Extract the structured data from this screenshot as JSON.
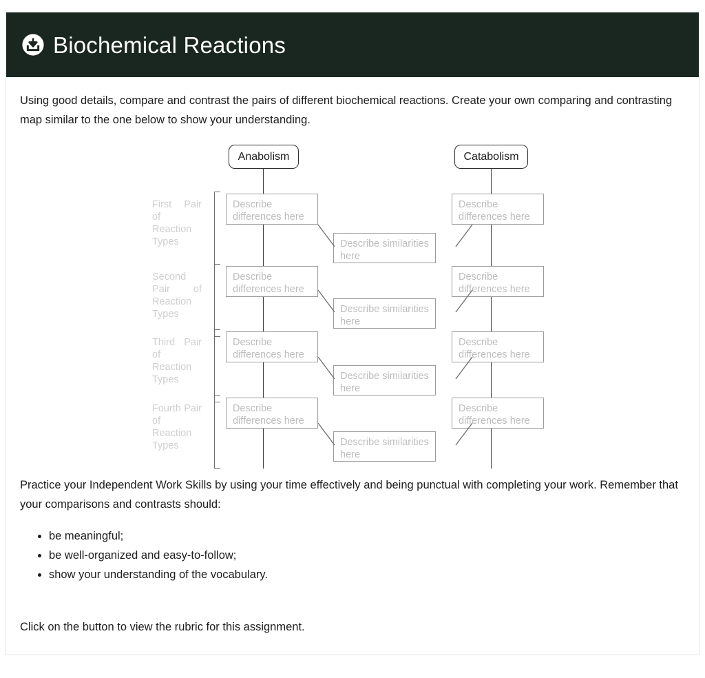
{
  "header": {
    "icon": "download-circle-icon",
    "title": "Biochemical Reactions",
    "background_color": "#1a2721",
    "text_color": "#ffffff"
  },
  "body": {
    "intro": "Using good details, compare and contrast the pairs of different biochemical reactions. Create your own comparing and contrasting map similar to the one below to show your understanding.",
    "practice": "Practice your Independent Work Skills by using your time effectively and being punctual with completing your work. Remember that your comparisons and contrasts should:",
    "requirements": [
      "be meaningful;",
      "be well-organized and easy-to-follow;",
      "show your understanding of the vocabulary."
    ],
    "closing": "Click on the button to view the rubric for this assignment."
  },
  "diagram": {
    "top_left_label": "Anabolism",
    "top_right_label": "Catabolism",
    "differences_placeholder": "Describe differences here",
    "similarities_placeholder": "Describe similarities here",
    "row_labels": [
      "First Pair of Reaction Types",
      "Second Pair of Reaction Types",
      "Third Pair of Reaction Types",
      "Fourth Pair of Reaction Types"
    ],
    "placeholder_color": "#bdbdbd",
    "line_color": "#3b3b3b"
  }
}
